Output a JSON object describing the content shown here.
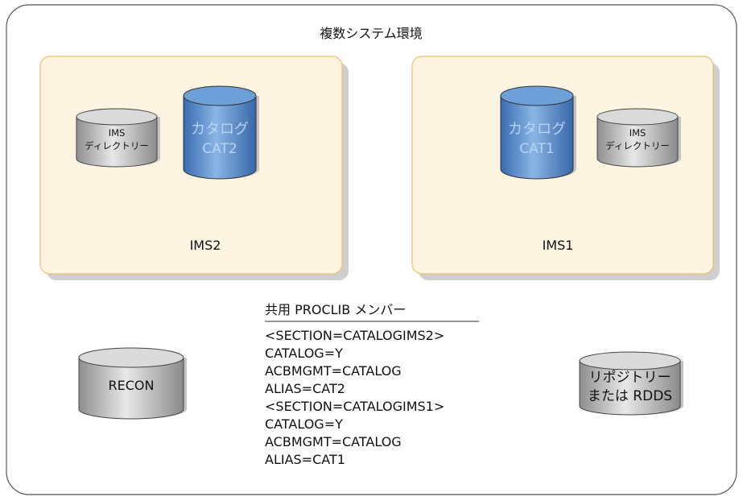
{
  "title": "複数システム環境",
  "systems": [
    {
      "label": "IMS2",
      "directory": {
        "line1": "IMS",
        "line2": "ディレクトリー"
      },
      "catalog": {
        "line1": "カタログ",
        "line2": "CAT2"
      }
    },
    {
      "label": "IMS1",
      "directory": {
        "line1": "IMS",
        "line2": "ディレクトリー"
      },
      "catalog": {
        "line1": "カタログ",
        "line2": "CAT1"
      }
    }
  ],
  "proclib": {
    "heading": "共用 PROCLIB メンバー",
    "lines": [
      "<SECTION=CATALOGIMS2>",
      "CATALOG=Y",
      "ACBMGMT=CATALOG",
      "ALIAS=CAT2",
      "<SECTION=CATALOGIMS1>",
      "CATALOG=Y",
      "ACBMGMT=CATALOG",
      "ALIAS=CAT1"
    ]
  },
  "recon": "RECON",
  "repository": {
    "line1": "リポジトリー",
    "line2": "または RDDS"
  },
  "colors": {
    "system_box_fill": "#fdf5e2",
    "system_box_border": "#f2bd6a",
    "catalog_blue": "#4a7cc0",
    "disk_gray": "#b8b8b8"
  }
}
